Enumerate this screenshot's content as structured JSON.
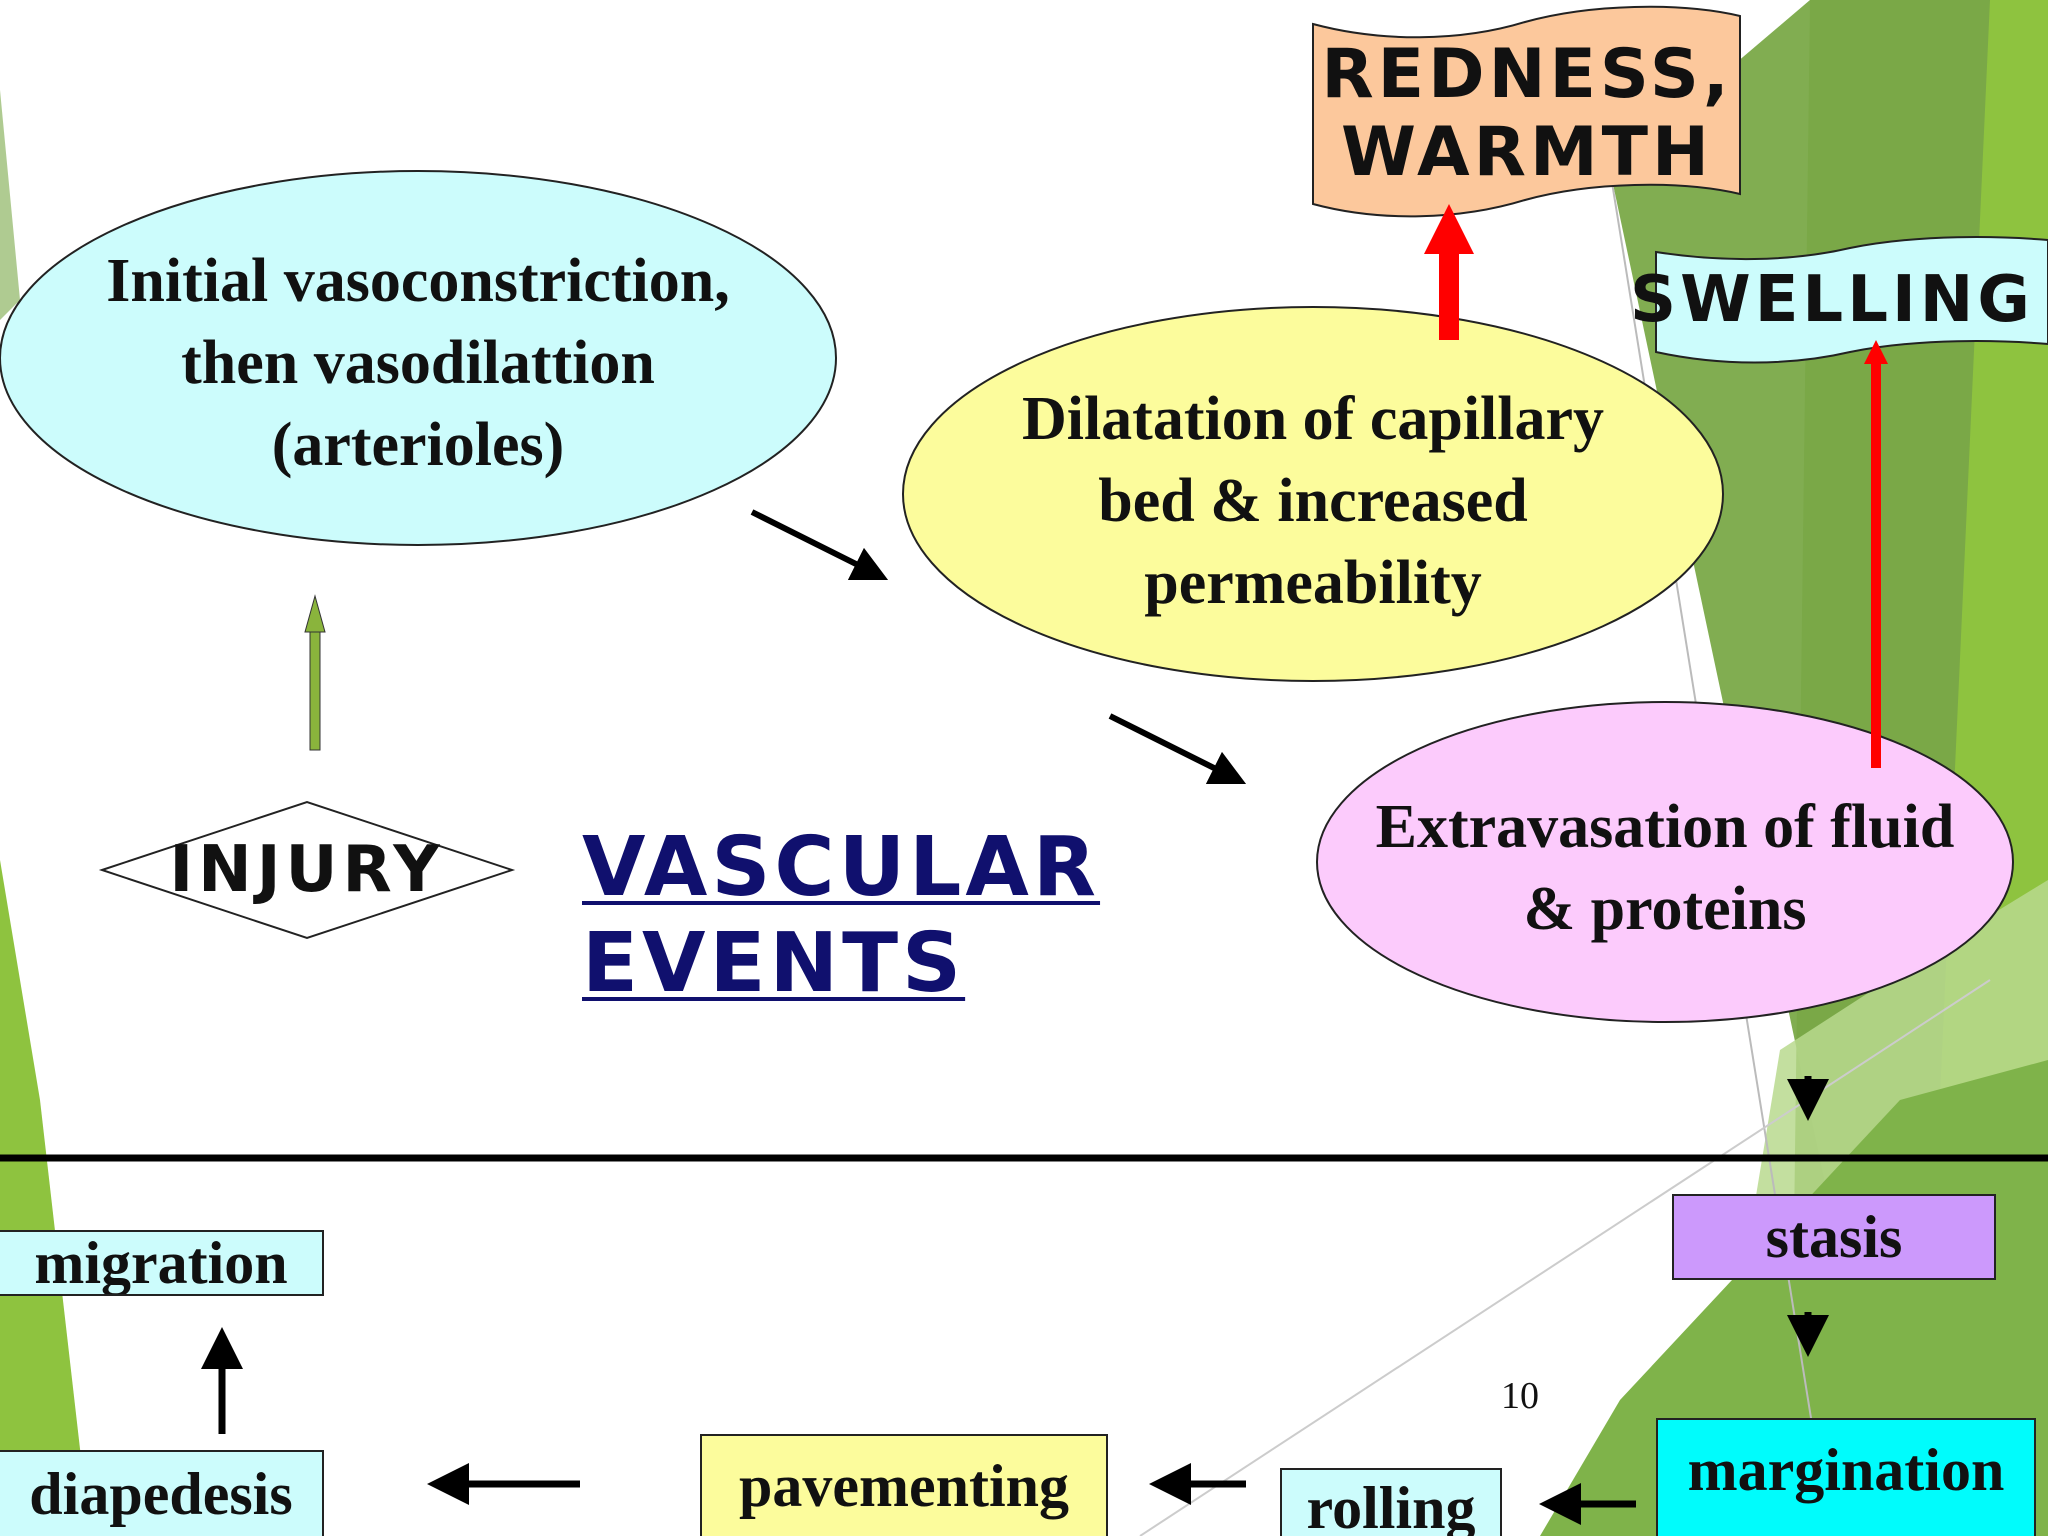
{
  "diagram": {
    "labels": {
      "redness_warmth_line1": "REDNESS,",
      "redness_warmth_line2": "WARMTH",
      "swelling": "SWELLING",
      "initial_line1": "Initial vasoconstriction,",
      "initial_line2": "then vasodilattion",
      "initial_line3": "(arterioles)",
      "dilatation_line1": "Dilatation of capillary",
      "dilatation_line2": "bed & increased",
      "dilatation_line3": "permeability",
      "extravasation_line1": "Extravasation of fluid",
      "extravasation_line2": "& proteins",
      "injury": "INJURY",
      "title_line1": "VASCULAR",
      "title_line2": "EVENTS",
      "stasis": "stasis",
      "margination": "margination",
      "rolling": "rolling",
      "pavementing": "pavementing",
      "diapedesis": "diapedesis",
      "migration": "migration",
      "page_number": "10"
    },
    "colors": {
      "initial_fill": "#ccfcfc",
      "dilatation_fill": "#fcfc9c",
      "extravasation_fill": "#fccbfc",
      "redness_fill": "#fcc89c",
      "swelling_fill": "#ccfcfc",
      "stasis_fill": "#cc99fc",
      "margination_fill": "#00fcfc",
      "rolling_fill": "#ccfcfc",
      "pavementing_fill": "#fcfc9c",
      "diapedesis_fill": "#ccfcfc",
      "migration_fill": "#ccfcfc",
      "red_arrow": "#ff0000",
      "green_arrow": "#8ab43c",
      "title": "#10106e"
    }
  }
}
